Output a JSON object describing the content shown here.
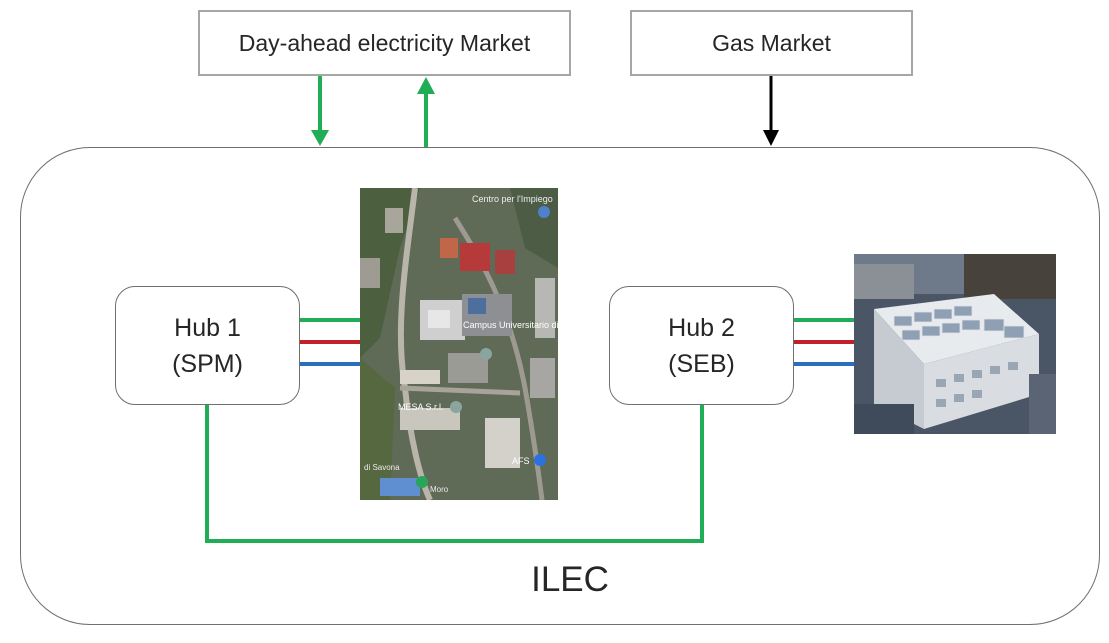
{
  "markets": {
    "electricity": "Day-ahead electricity Market",
    "gas": "Gas Market"
  },
  "container_label": "ILEC",
  "hubs": [
    {
      "name": "Hub 1",
      "code": "(SPM)"
    },
    {
      "name": "Hub 2",
      "code": "(SEB)"
    }
  ],
  "map": {
    "labels": [
      "Centro per l'Impiego",
      "Campus Universitario di Savona",
      "MESA S.r.l.",
      "AFS",
      "di Savona",
      "Moro"
    ]
  },
  "colors": {
    "electricity_line": "#1fae55",
    "heat_line": "#c0202a",
    "cooling_line": "#2a6fbd",
    "gas_arrow": "#000000",
    "border": "#6f6f6f"
  }
}
